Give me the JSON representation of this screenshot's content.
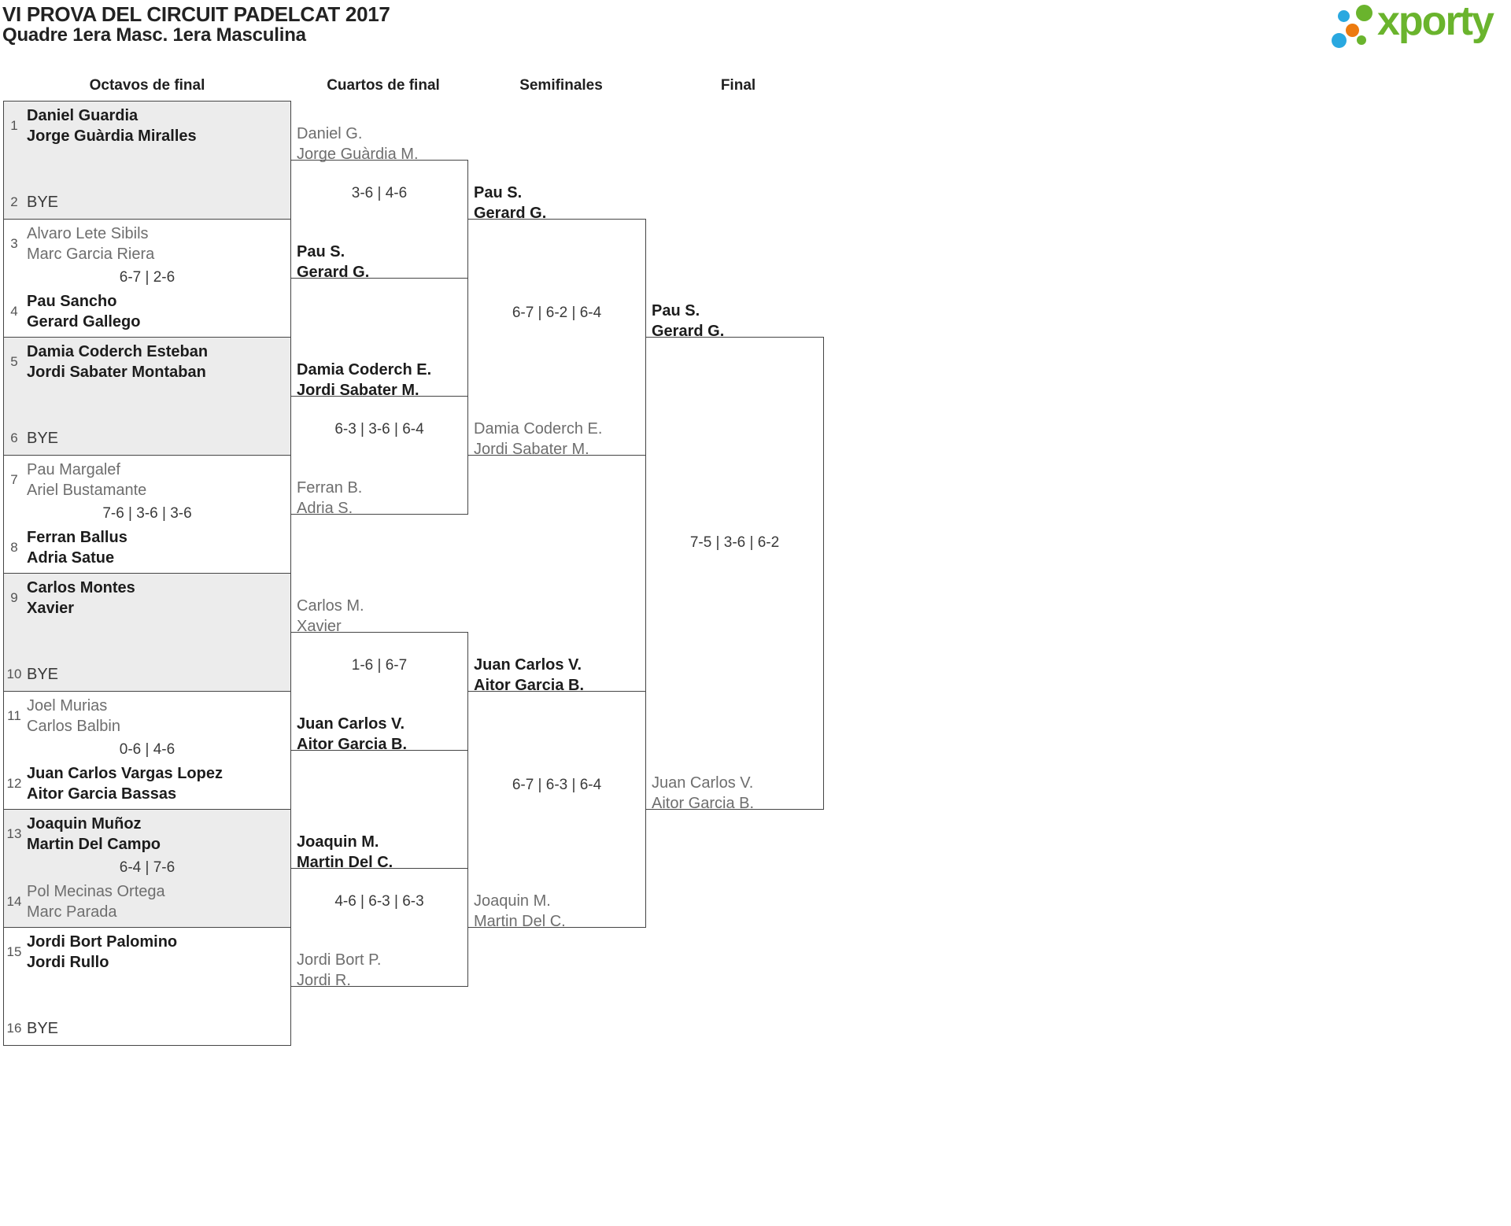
{
  "header": {
    "title": "VI PROVA DEL CIRCUIT PADELCAT 2017",
    "subtitle": "Quadre 1era Masc. 1era Masculina"
  },
  "logo": {
    "text": "xporty",
    "colors": {
      "green": "#6ab42d",
      "blue": "#29a8e0",
      "orange": "#ed7a0e"
    }
  },
  "rounds": [
    "Octavos de final",
    "Cuartos de final",
    "Semifinales",
    "Final"
  ],
  "bracket_colors": {
    "bye_box_fill": "#ececec",
    "line": "#454545",
    "winner_text": "#1c1c1c",
    "loser_text": "#6e6e6e"
  },
  "octavos": [
    {
      "seed_top": "1",
      "top1": "Daniel Guardia",
      "top2": "Jorge Guàrdia Miralles",
      "seed_bottom": "2",
      "bottom1": "BYE",
      "score": ""
    },
    {
      "seed_top": "3",
      "top1": "Alvaro Lete Sibils",
      "top2": "Marc Garcia Riera",
      "seed_bottom": "4",
      "bottom1": "Pau Sancho",
      "bottom2": "Gerard Gallego",
      "score": "6-7 | 2-6"
    },
    {
      "seed_top": "5",
      "top1": "Damia Coderch Esteban",
      "top2": "Jordi Sabater Montaban",
      "seed_bottom": "6",
      "bottom1": "BYE",
      "score": ""
    },
    {
      "seed_top": "7",
      "top1": "Pau Margalef",
      "top2": "Ariel Bustamante",
      "seed_bottom": "8",
      "bottom1": "Ferran Ballus",
      "bottom2": "Adria Satue",
      "score": "7-6 | 3-6 | 3-6"
    },
    {
      "seed_top": "9",
      "top1": "Carlos Montes",
      "top2": "Xavier",
      "seed_bottom": "10",
      "bottom1": "BYE",
      "score": ""
    },
    {
      "seed_top": "11",
      "top1": "Joel Murias",
      "top2": "Carlos Balbin",
      "seed_bottom": "12",
      "bottom1": "Juan Carlos Vargas Lopez",
      "bottom2": "Aitor Garcia Bassas",
      "score": "0-6 | 4-6"
    },
    {
      "seed_top": "13",
      "top1": "Joaquin Muñoz",
      "top2": "Martin Del Campo",
      "seed_bottom": "14",
      "bottom1": "Pol Mecinas Ortega",
      "bottom2": "Marc Parada",
      "score": "6-4 | 7-6"
    },
    {
      "seed_top": "15",
      "top1": "Jordi Bort Palomino",
      "top2": "Jordi Rullo",
      "seed_bottom": "16",
      "bottom1": "BYE",
      "score": ""
    }
  ],
  "cuartos": [
    {
      "top1": "Daniel G.",
      "top2": "Jorge Guàrdia M.",
      "bottom1": "Pau S.",
      "bottom2": "Gerard G.",
      "score": "3-6 | 4-6"
    },
    {
      "top1": "Damia Coderch E.",
      "top2": "Jordi Sabater M.",
      "bottom1": "Ferran B.",
      "bottom2": "Adria S.",
      "score": "6-3 | 3-6 | 6-4"
    },
    {
      "top1": "Carlos M.",
      "top2": "Xavier",
      "bottom1": "Juan Carlos V.",
      "bottom2": "Aitor Garcia B.",
      "score": "1-6 | 6-7"
    },
    {
      "top1": "Joaquin M.",
      "top2": "Martin Del C.",
      "bottom1": "Jordi Bort P.",
      "bottom2": "Jordi R.",
      "score": "4-6 | 6-3 | 6-3"
    }
  ],
  "semifinales": [
    {
      "top1": "Pau S.",
      "top2": "Gerard G.",
      "bottom1": "Damia Coderch E.",
      "bottom2": "Jordi Sabater M.",
      "score": "6-7 | 6-2 | 6-4"
    },
    {
      "top1": "Juan Carlos V.",
      "top2": "Aitor Garcia B.",
      "bottom1": "Joaquin M.",
      "bottom2": "Martin Del C.",
      "score": "6-7 | 6-3 | 6-4"
    }
  ],
  "final": {
    "top1": "Pau S.",
    "top2": "Gerard G.",
    "bottom1": "Juan Carlos V.",
    "bottom2": "Aitor Garcia B.",
    "score": "7-5 | 3-6 | 6-2"
  }
}
